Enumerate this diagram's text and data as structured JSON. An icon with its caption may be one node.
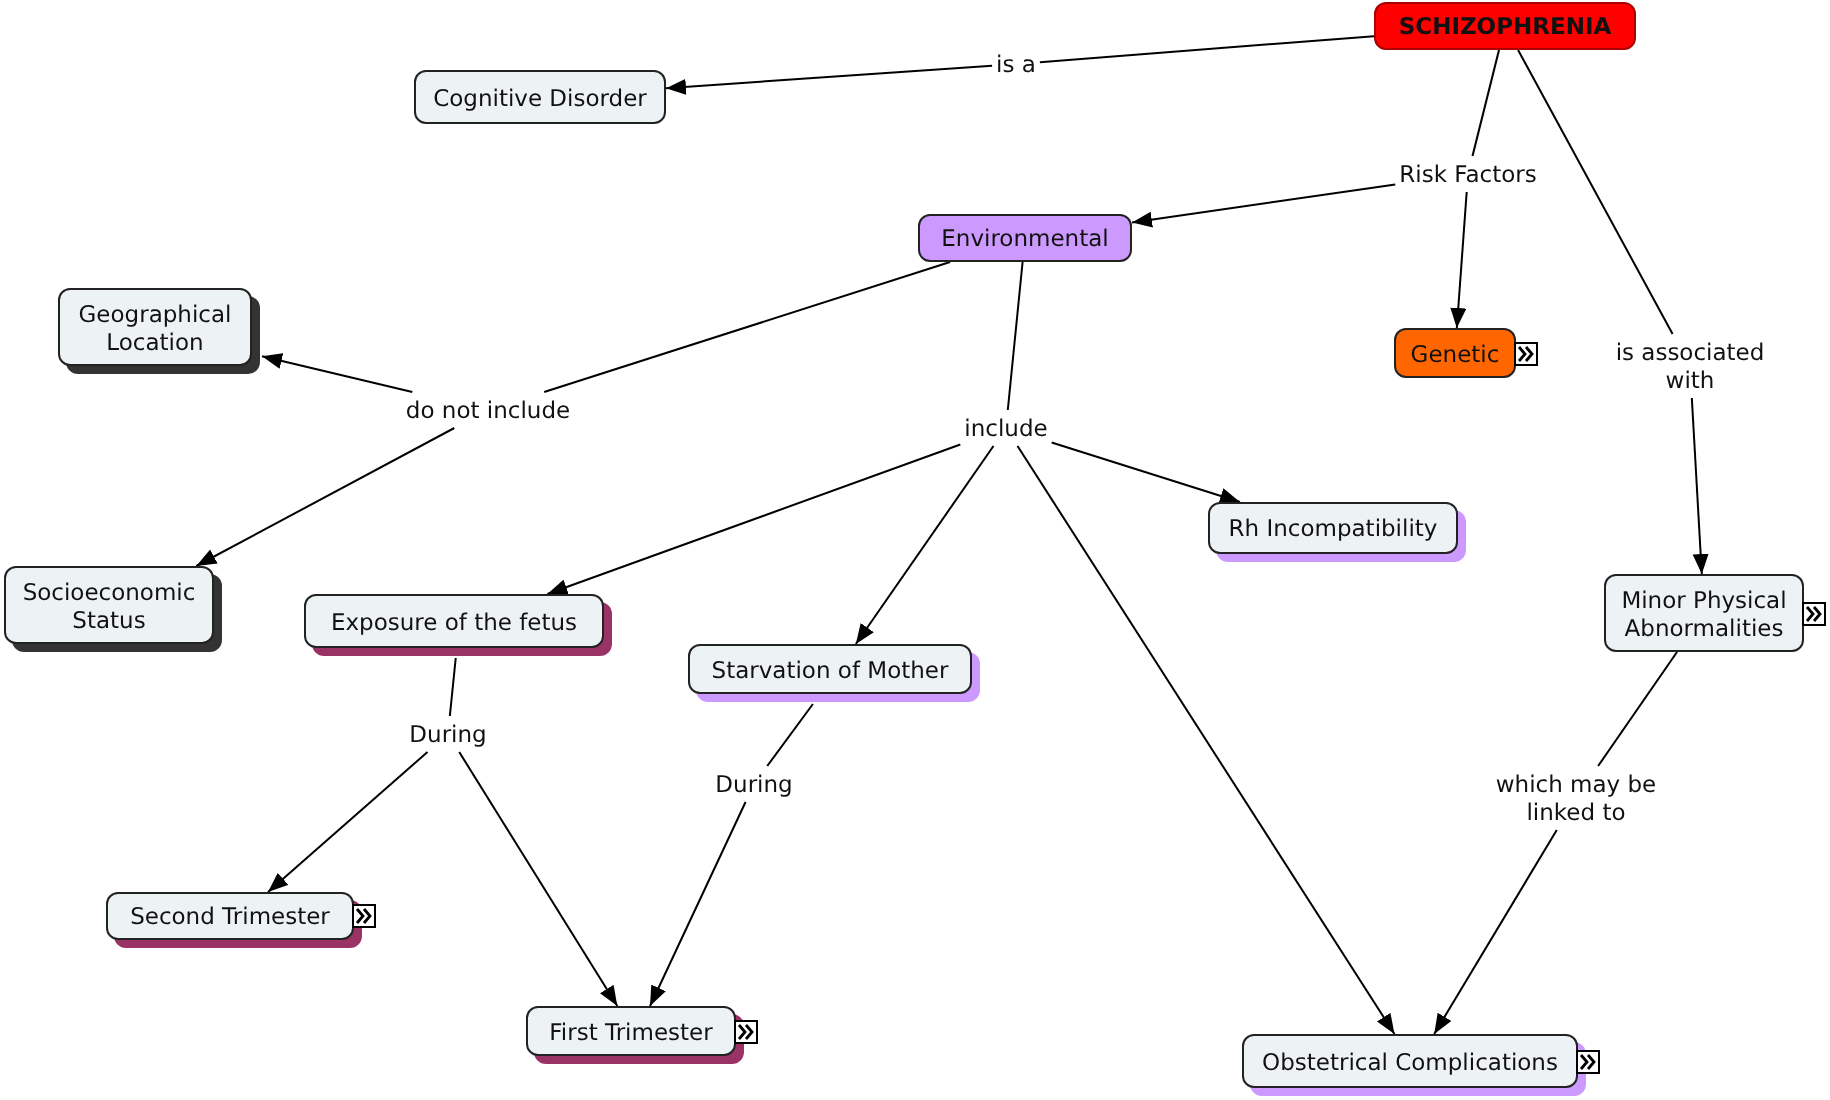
{
  "diagram": {
    "nodes": [
      {
        "text": [
          "SCHIZOPHRENIA"
        ]
      },
      {
        "text": [
          "is a"
        ]
      },
      {
        "text": [
          "Cognitive Disorder"
        ]
      },
      {
        "text": [
          "Risk Factors"
        ]
      },
      {
        "text": [
          "Environmental"
        ]
      },
      {
        "text": [
          "Genetic"
        ]
      },
      {
        "text": [
          "is associated with"
        ]
      },
      {
        "text": [
          "Geographical Location"
        ]
      },
      {
        "text": [
          "do not include"
        ]
      },
      {
        "text": [
          "include"
        ]
      },
      {
        "text": [
          "Rh Incompatibility"
        ]
      },
      {
        "text": [
          "Socioeconomic Status"
        ]
      },
      {
        "text": [
          "Exposure of the fetus"
        ]
      },
      {
        "text": [
          "Minor Physical Abnormalities"
        ]
      },
      {
        "text": [
          "Starvation of Mother"
        ]
      },
      {
        "text": [
          "During"
        ]
      },
      {
        "text": [
          "During"
        ]
      },
      {
        "text": [
          "which may be linked to"
        ]
      },
      {
        "text": [
          "Second Trimester"
        ]
      },
      {
        "text": [
          "First Trimester"
        ]
      },
      {
        "text": [
          "Obstetrical Complications"
        ]
      }
    ],
    "edges": [
      {
        "from": 0,
        "to": 1,
        "arrow": "none"
      },
      {
        "from": 1,
        "to": 2,
        "arrow": "to"
      },
      {
        "from": 0,
        "to": 3,
        "arrow": "none"
      },
      {
        "from": 3,
        "to": 4,
        "arrow": "to"
      },
      {
        "from": 3,
        "to": 5,
        "arrow": "to"
      },
      {
        "from": 0,
        "to": 6,
        "arrow": "none"
      },
      {
        "from": 6,
        "to": 13,
        "arrow": "to"
      },
      {
        "from": 4,
        "to": 8,
        "arrow": "none"
      },
      {
        "from": 8,
        "to": 7,
        "arrow": "to"
      },
      {
        "from": 8,
        "to": 11,
        "arrow": "to"
      },
      {
        "from": 4,
        "to": 9,
        "arrow": "none"
      },
      {
        "from": 9,
        "to": 12,
        "arrow": "to"
      },
      {
        "from": 9,
        "to": 14,
        "arrow": "to"
      },
      {
        "from": 9,
        "to": 10,
        "arrow": "to"
      },
      {
        "from": 9,
        "to": 20,
        "arrow": "to"
      },
      {
        "from": 12,
        "to": 15,
        "arrow": "none"
      },
      {
        "from": 15,
        "to": 18,
        "arrow": "to"
      },
      {
        "from": 15,
        "to": 19,
        "arrow": "to"
      },
      {
        "from": 14,
        "to": 16,
        "arrow": "none"
      },
      {
        "from": 16,
        "to": 19,
        "arrow": "to"
      },
      {
        "from": 13,
        "to": 17,
        "arrow": "none"
      },
      {
        "from": 17,
        "to": 20,
        "arrow": "to"
      }
    ]
  }
}
